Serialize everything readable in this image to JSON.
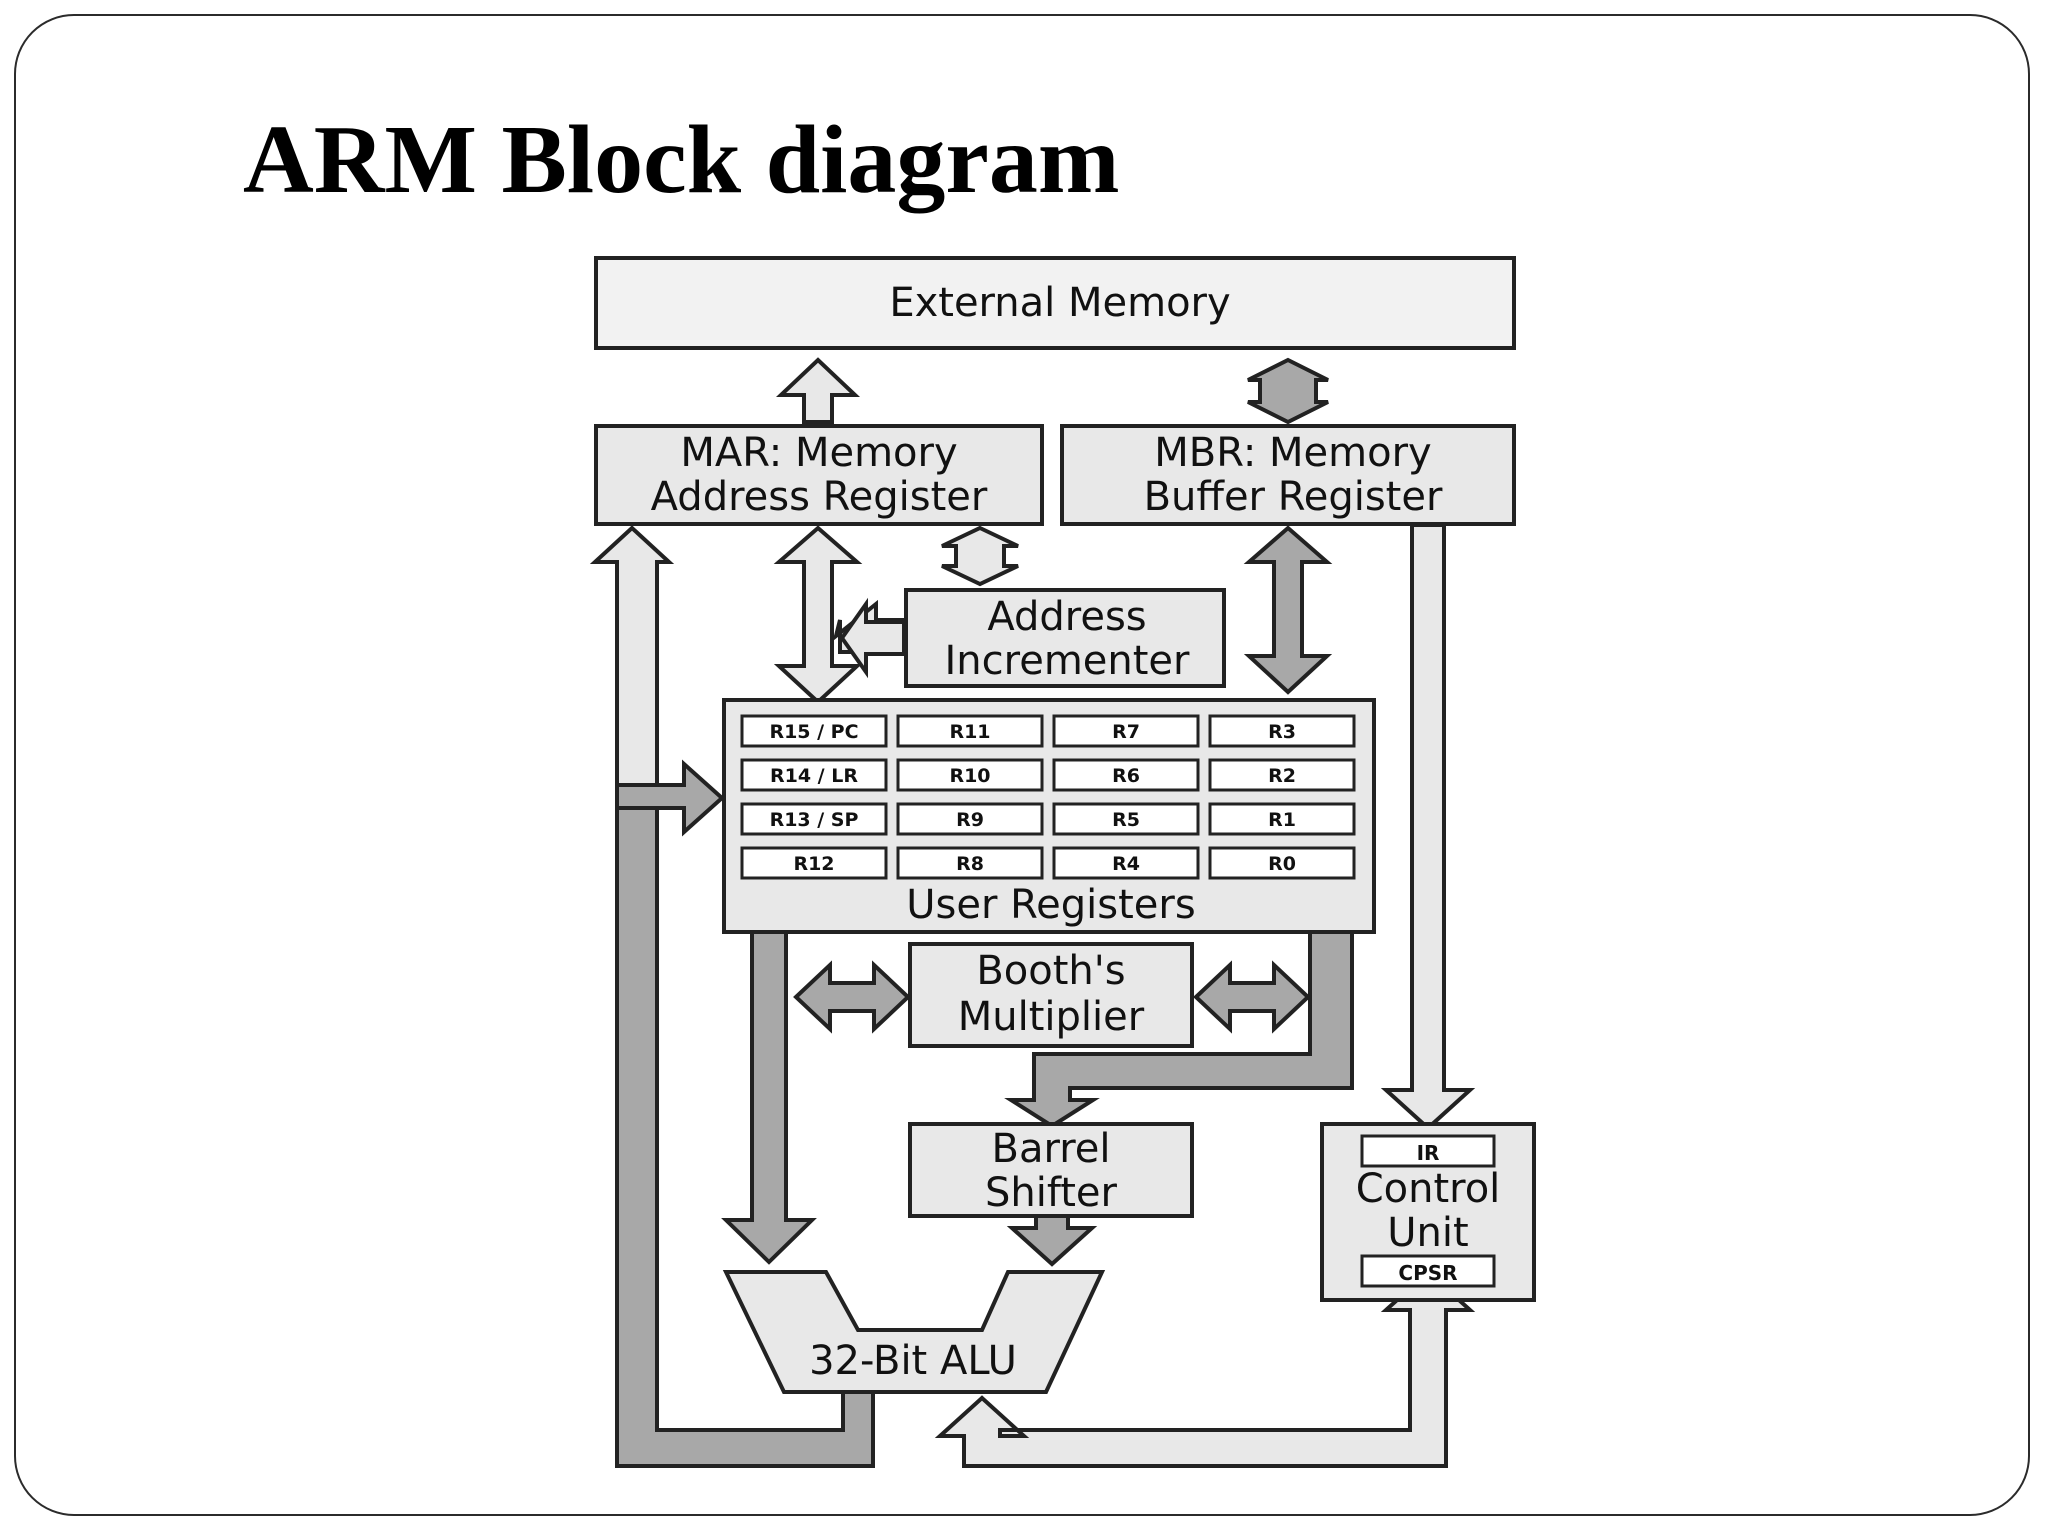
{
  "title": "ARM Block diagram",
  "blocks": {
    "external_memory": "External Memory",
    "mar": [
      "MAR: Memory",
      "Address Register"
    ],
    "mbr": [
      "MBR: Memory",
      "Buffer Register"
    ],
    "address_incrementer": [
      "Address",
      "Incrementer"
    ],
    "user_registers": "User Registers",
    "booths_multiplier": [
      "Booth's",
      "Multiplier"
    ],
    "barrel_shifter": [
      "Barrel",
      "Shifter"
    ],
    "control_unit": [
      "Control",
      "Unit"
    ],
    "ir": "IR",
    "cpsr": "CPSR",
    "alu": "32-Bit ALU"
  },
  "registers": [
    [
      "R15 / PC",
      "R11",
      "R7",
      "R3"
    ],
    [
      "R14 / LR",
      "R10",
      "R6",
      "R2"
    ],
    [
      "R13 / SP",
      "R9",
      "R5",
      "R1"
    ],
    [
      "R12",
      "R8",
      "R4",
      "R0"
    ]
  ],
  "colors": {
    "light_fill": "#e8e8e8",
    "dark_fill": "#a8a8a8",
    "stroke": "#222222",
    "register_fill": "#ffffff"
  }
}
